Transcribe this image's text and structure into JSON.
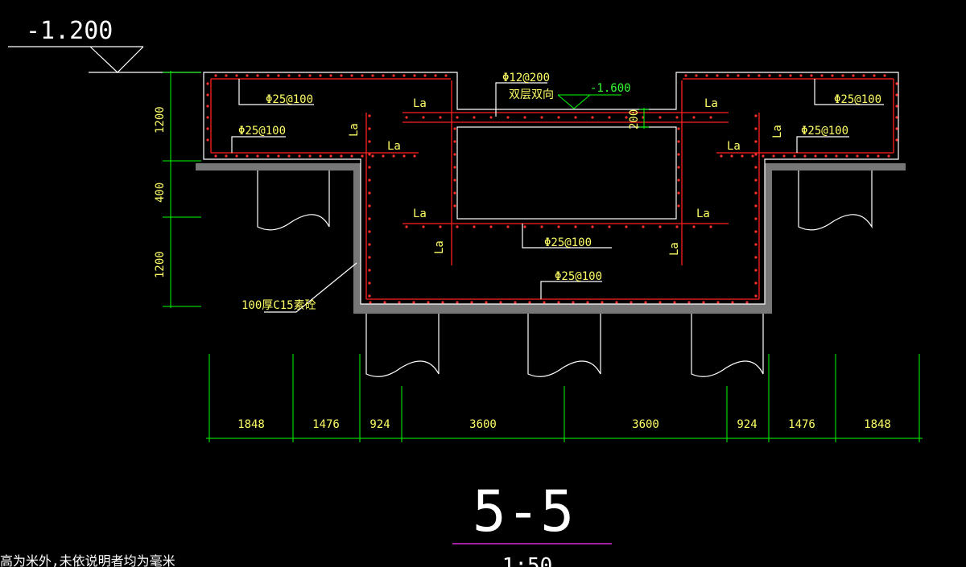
{
  "drawing": {
    "level_top": "-1.200",
    "level_slab": "-1.600",
    "slab_thickness": "200",
    "section_title": "5-5",
    "scale": "1:50",
    "note": "高为米外,未依说明者均为毫米",
    "cushion_label": "100厚C15素砼",
    "rebar_top_slab": "Φ12@200",
    "rebar_top_slab_note": "双层双向",
    "rebar_main": "Φ25@100",
    "anchor_label": "La",
    "vertical_dims": [
      "1200",
      "400",
      "1200"
    ],
    "horizontal_dims": [
      "1848",
      "1476",
      "924",
      "3600",
      "3600",
      "924",
      "1476",
      "1848"
    ]
  },
  "colors": {
    "background": "#000000",
    "outline": "#ffffff",
    "rebar": "#ff2020",
    "dimension": "#00ff00",
    "text": "#ffff66"
  }
}
